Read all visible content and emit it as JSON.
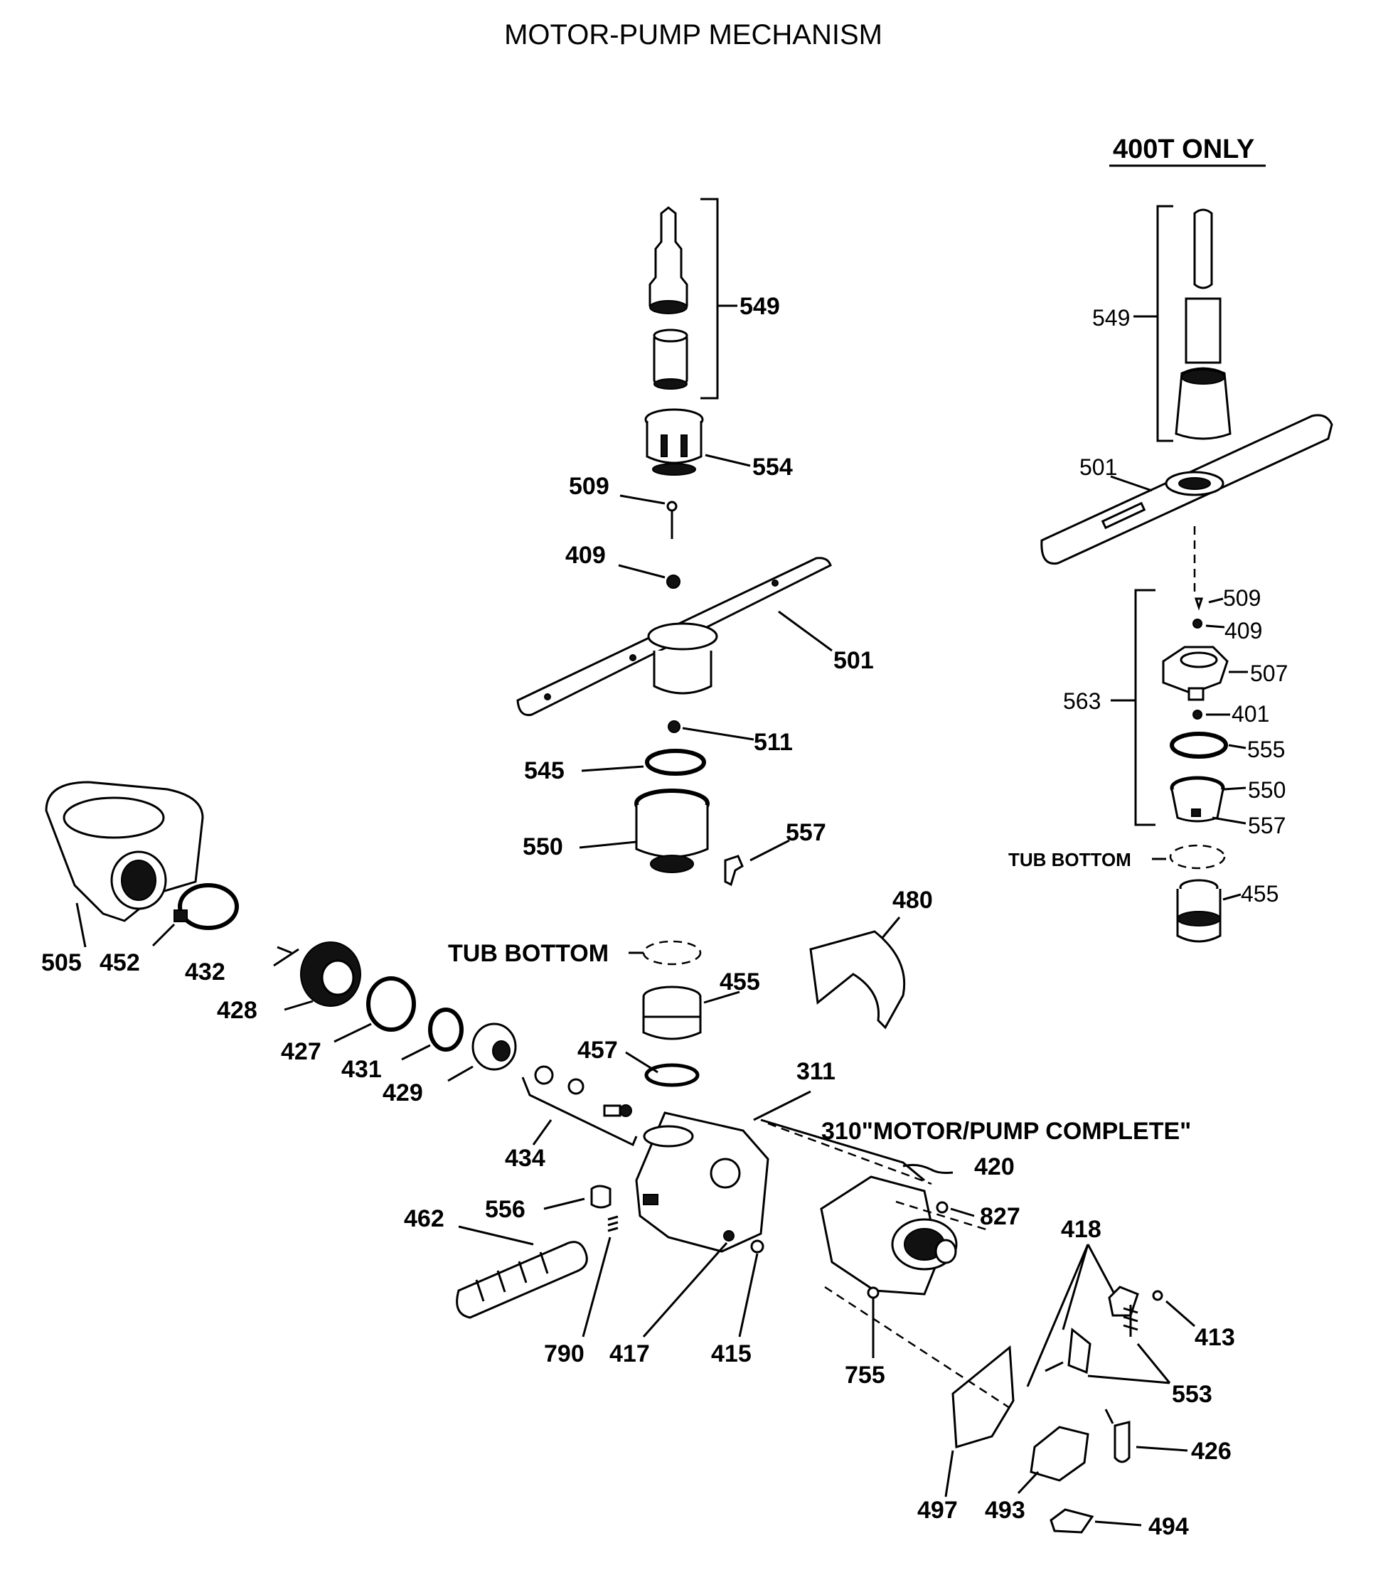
{
  "title": "MOTOR-PUMP MECHANISM",
  "variant_heading": "400T ONLY",
  "labels": {
    "p549": "549",
    "p554": "554",
    "p509": "509",
    "p409": "409",
    "p501": "501",
    "p511": "511",
    "p545": "545",
    "p550": "550",
    "p557": "557",
    "tub_bottom": "TUB BOTTOM",
    "p455": "455",
    "p480": "480",
    "p457": "457",
    "p311": "311",
    "p310": "310\"MOTOR/PUMP COMPLETE\"",
    "p420": "420",
    "p827": "827",
    "p418": "418",
    "p413": "413",
    "p553": "553",
    "p426": "426",
    "p494": "494",
    "p493": "493",
    "p497": "497",
    "p755": "755",
    "p415": "415",
    "p417": "417",
    "p790": "790",
    "p462": "462",
    "p556": "556",
    "p434": "434",
    "p429": "429",
    "p431": "431",
    "p427": "427",
    "p428": "428",
    "p432": "432",
    "p452": "452",
    "p505": "505"
  },
  "alt_labels": {
    "p549": "549",
    "p501": "501",
    "p509": "509",
    "p409": "409",
    "p507": "507",
    "p563": "563",
    "p401": "401",
    "p555": "555",
    "p550": "550",
    "p557": "557",
    "tub_bottom": "TUB BOTTOM",
    "p455": "455"
  }
}
